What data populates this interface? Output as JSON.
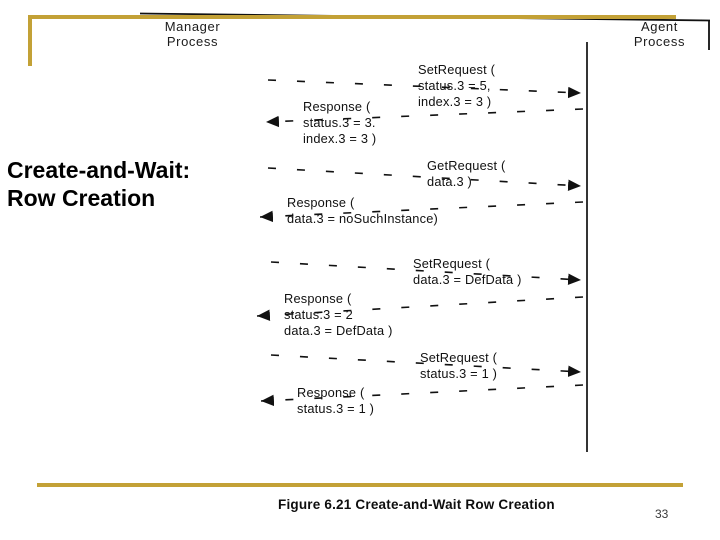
{
  "slide": {
    "title_lines": [
      "Create-and-Wait:",
      "Row Creation"
    ],
    "caption": "Figure 6.21 Create-and-Wait Row Creation",
    "page_number": "33",
    "accent_color": "#C3A136",
    "line_color": "#111111"
  },
  "diagram": {
    "manager_process": {
      "lines": [
        "Manager",
        "Process"
      ]
    },
    "agent_process": {
      "lines": [
        "Agent",
        "Process"
      ]
    },
    "messages": [
      {
        "id": "set-request-1",
        "direction": "manager-to-agent",
        "lines": [
          "SetRequest (",
          "status.3 = 5,",
          "index.3 = 3  )"
        ]
      },
      {
        "id": "response-1",
        "direction": "agent-to-manager",
        "lines": [
          "Response (",
          "status.3 = 3.",
          "index.3 = 3 )"
        ]
      },
      {
        "id": "get-request-1",
        "direction": "manager-to-agent",
        "lines": [
          "GetRequest (",
          "data.3 )"
        ]
      },
      {
        "id": "response-2",
        "direction": "agent-to-manager",
        "lines": [
          "Response (",
          "data.3 = noSuchInstance)"
        ]
      },
      {
        "id": "set-request-2",
        "direction": "manager-to-agent",
        "lines": [
          "SetRequest (",
          "data.3 = DefData )"
        ]
      },
      {
        "id": "response-3",
        "direction": "agent-to-manager",
        "lines": [
          "Response (",
          "status.3 = 2",
          "data.3 = DefData )"
        ]
      },
      {
        "id": "set-request-3",
        "direction": "manager-to-agent",
        "lines": [
          "SetRequest (",
          "status.3 = 1 )"
        ]
      },
      {
        "id": "response-4",
        "direction": "agent-to-manager",
        "lines": [
          "Response (",
          "status.3 = 1 )"
        ]
      }
    ]
  }
}
